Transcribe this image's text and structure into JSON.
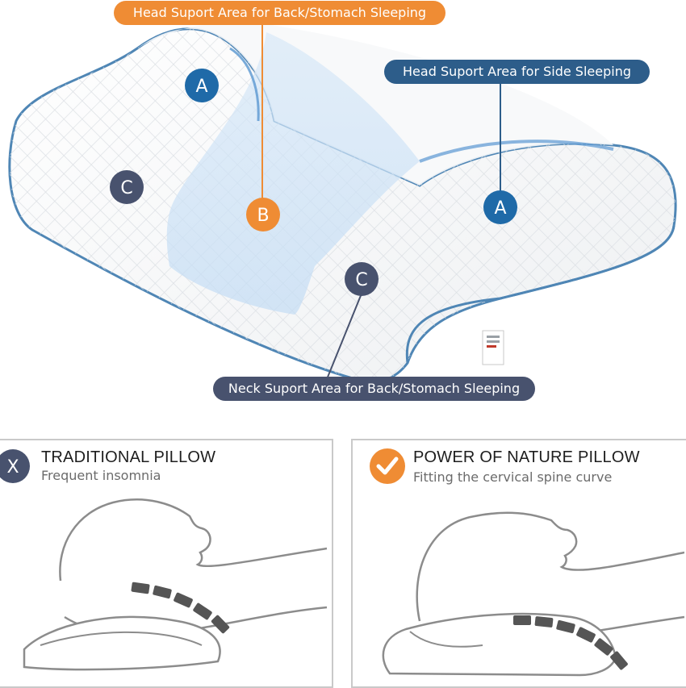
{
  "callouts": {
    "head_back_stomach": "Head Suport Area for Back/Stomach Sleeping",
    "head_side": "Head Suport Area for Side Sleeping",
    "neck_back_stomach": "Neck Suport Area for Back/Stomach Sleeping"
  },
  "zone_markers": {
    "a_left": "A",
    "a_right": "A",
    "b_center": "B",
    "c_left": "C",
    "c_center": "C"
  },
  "comparison": {
    "traditional": {
      "icon_glyph": "X",
      "title": "TRADITIONAL PILLOW",
      "subtitle": "Frequent insomnia"
    },
    "nature": {
      "icon": "check-icon",
      "title": "POWER OF NATURE PILLOW",
      "subtitle": "Fitting the cervical spine curve"
    }
  },
  "colors": {
    "orange": "#ef8c34",
    "navy": "#2d5d8a",
    "slate": "#48526e",
    "blue_marker": "#1f6aa8",
    "piping": "#4f86b5"
  }
}
